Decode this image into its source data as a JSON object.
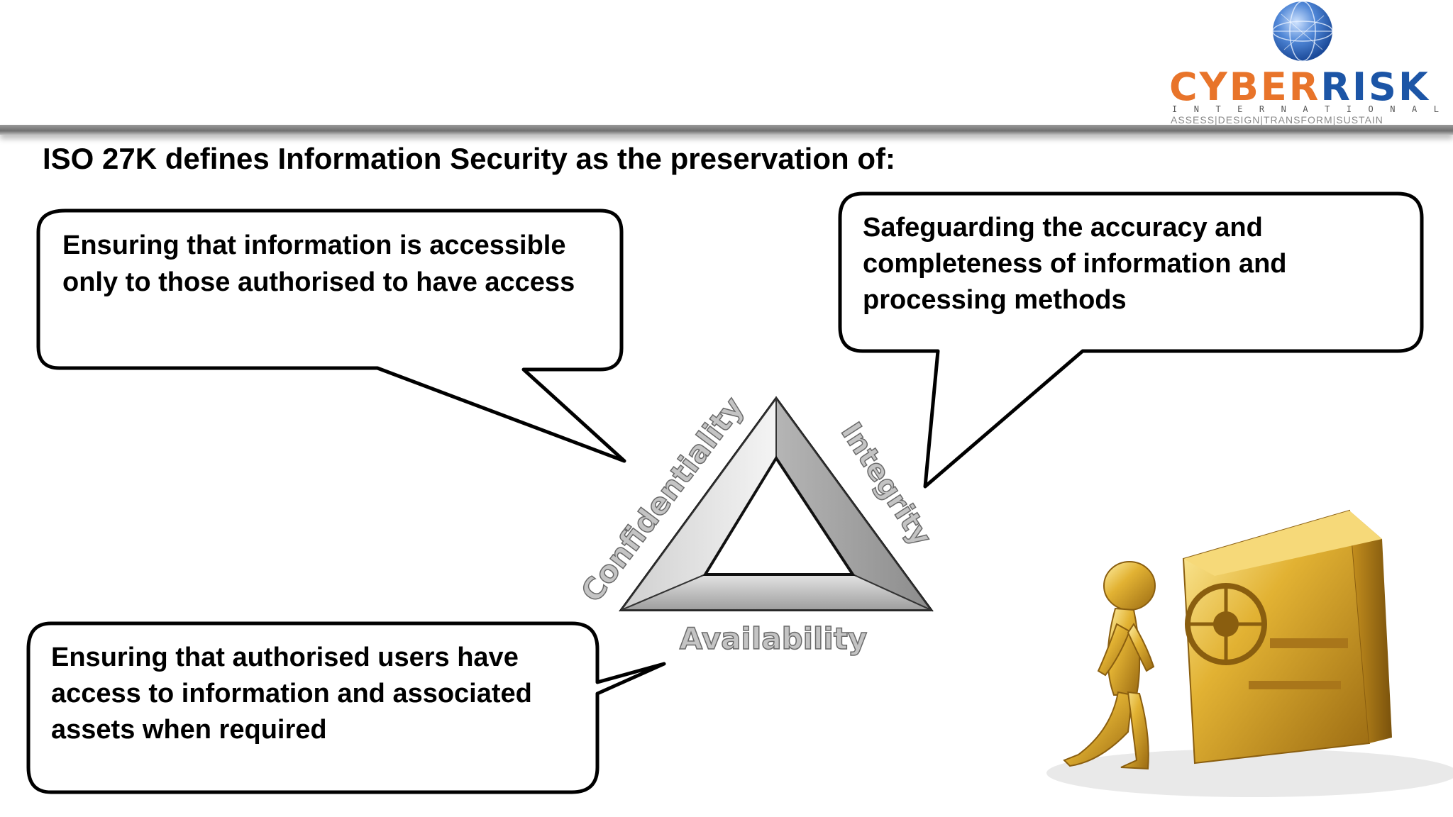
{
  "title": "ISO 27K defines Information Security as the preservation of:",
  "logo": {
    "word_part1": "CYBER",
    "word_part2": "RISK",
    "subtitle": "INTERNATIONAL",
    "tagline": "ASSESS|DESIGN|TRANSFORM|SUSTAIN"
  },
  "callouts": {
    "confidentiality": "Ensuring that information is accessible only to those authorised to have access",
    "integrity": "Safeguarding the accuracy and completeness of information and processing methods",
    "availability": "Ensuring that authorised users have access to information and associated assets when required"
  },
  "triangle": {
    "left_label": "Confidentiality",
    "right_label": "Integrity",
    "bottom_label": "Availability"
  },
  "colors": {
    "logo_orange": "#e8742a",
    "logo_blue": "#1c55a6",
    "gold": "#d4a017"
  }
}
